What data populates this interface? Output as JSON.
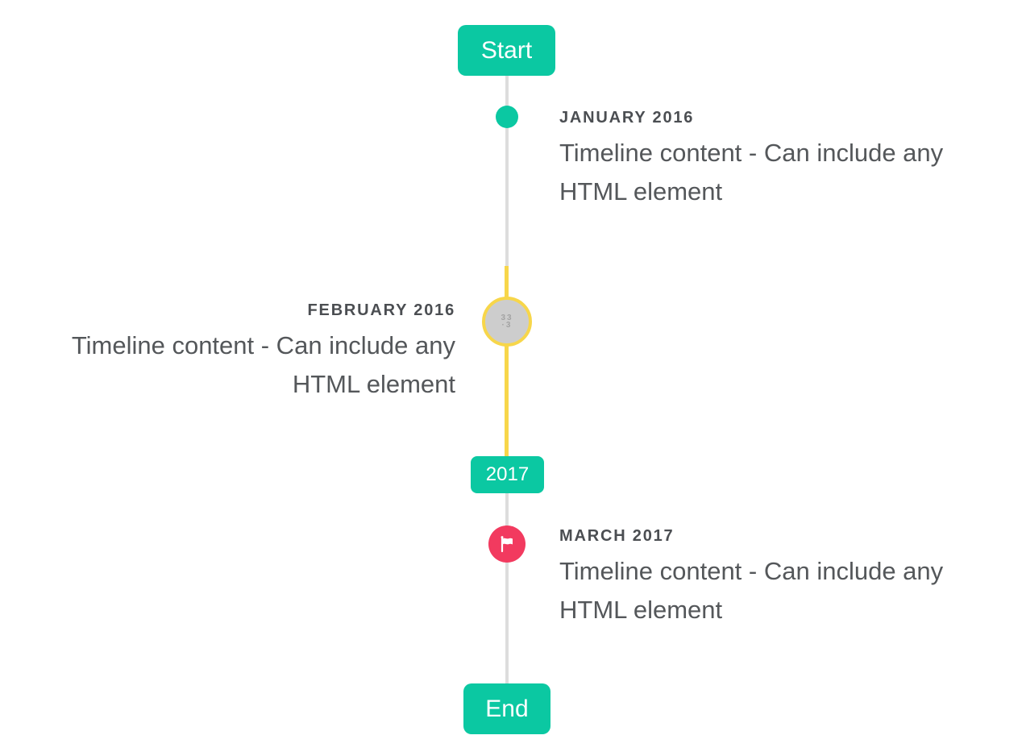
{
  "timeline": {
    "start_badge": "Start",
    "year_badge": "2017",
    "end_badge": "End",
    "colors": {
      "accent_teal": "#0bc8a2",
      "accent_red": "#f23a5f",
      "highlight_yellow": "#f7d64a",
      "line_gray": "#dddddd",
      "avatar_gray": "#cdcdcd",
      "title_text": "#4b4e52",
      "body_text": "#54575a"
    },
    "entries": [
      {
        "title": "JANUARY 2016",
        "content": "Timeline content - Can include any HTML element",
        "side": "right",
        "marker": "teal-dot"
      },
      {
        "title": "FEBRUARY 2016",
        "content": "Timeline content - Can include any HTML element",
        "side": "left",
        "marker": "gray-avatar-with-yellow-ring",
        "avatar_glyph": "33\n·3"
      },
      {
        "title": "MARCH 2017",
        "content": "Timeline content - Can include any HTML element",
        "side": "right",
        "marker": "red-flag"
      }
    ]
  }
}
